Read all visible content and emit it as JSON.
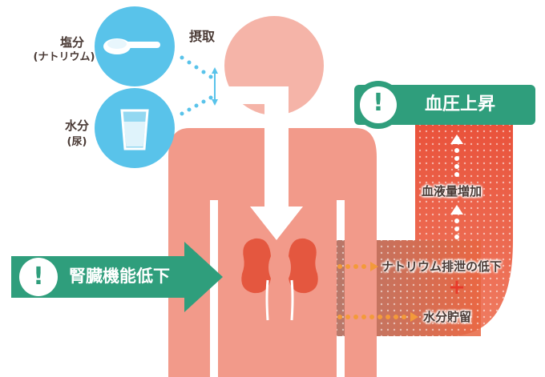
{
  "labels": {
    "salt": "塩分",
    "salt_sub": "(ナトリウム)",
    "water": "水分",
    "water_sub": "(尿)",
    "intake": "摂取",
    "blood_pressure_rise": "血圧上昇",
    "blood_volume_increase": "血液量増加",
    "kidney_decline": "腎臓機能低下",
    "sodium_excretion_down": "ナトリウム排泄の低下",
    "water_retention": "水分貯留",
    "exclamation": "!",
    "plus": "+"
  },
  "colors": {
    "body": "#f29a8a",
    "head": "#f5b4a8",
    "kidney": "#e4573f",
    "circle_blue": "#59c3ea",
    "teal": "#2f9e7c",
    "arrow_orange": "#f39a3a",
    "blood_flow": "#e64a32",
    "plus": "#e83a2a",
    "text_dark": "#4a3a35"
  },
  "icons": {
    "salt": "salt-spoon-icon",
    "water": "water-glass-icon",
    "warning": "exclamation-icon"
  }
}
